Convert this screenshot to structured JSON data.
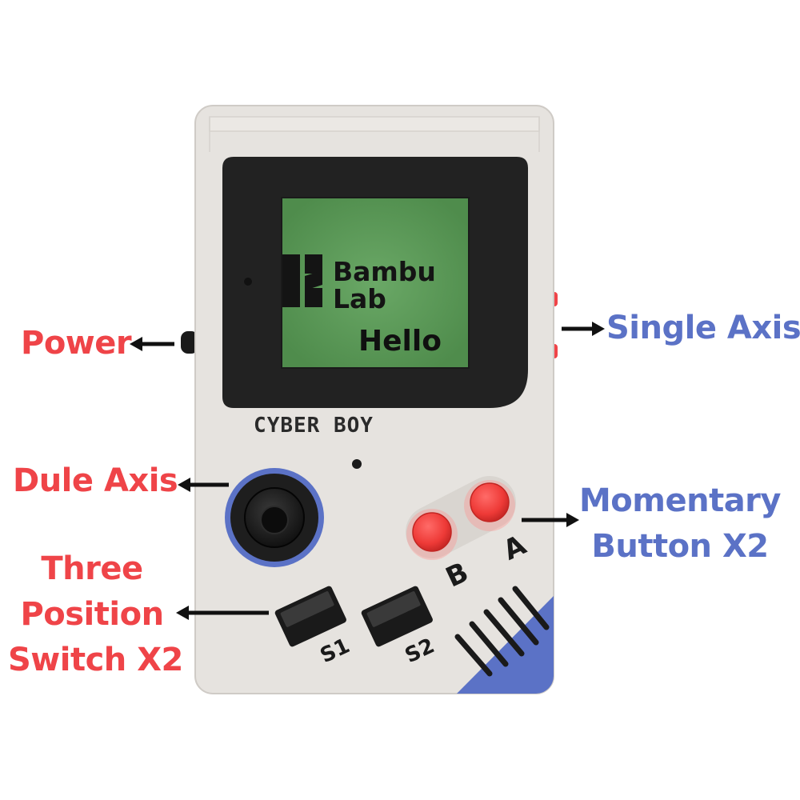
{
  "device": {
    "brand_line1": "Bambu",
    "brand_line2": "Lab",
    "screen_text": "Hello",
    "model_name": "CYBER BOY",
    "button_a_label": "A",
    "button_b_label": "B",
    "switch1_label": "S1",
    "switch2_label": "S2"
  },
  "callouts": {
    "power": "Power",
    "single_axis": "Single Axis",
    "dule_axis": "Dule Axis",
    "momentary_line1": "Momentary",
    "momentary_line2": "Button X2",
    "three_line1": "Three",
    "three_line2": "Position",
    "three_line3": "Switch X2"
  },
  "colors": {
    "label_red": "#ef4448",
    "label_blue": "#5b72c6",
    "screen_green": "#5f9e5c",
    "body": "#e6e3df",
    "stripe_blue": "#5b72c6"
  }
}
